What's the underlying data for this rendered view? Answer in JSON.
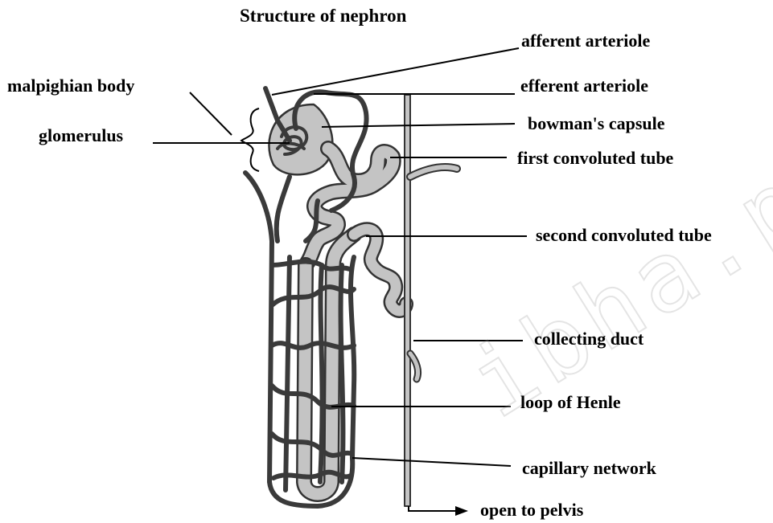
{
  "title": "Structure of nephron",
  "labels": {
    "malpighian_body": "malpighian body",
    "glomerulus": "glomerulus",
    "afferent_arteriole": "afferent arteriole",
    "efferent_arteriole": "efferent arteriole",
    "bowmans_capsule": "bowman's capsule",
    "first_convoluted_tube": "first convoluted tube",
    "second_convoluted_tube": "second convoluted tube",
    "collecting_duct": "collecting duct",
    "loop_of_henle": "loop of Henle",
    "capillary_network": "capillary network",
    "open_to_pelvis": "open to pelvis"
  },
  "watermark": "ibha.p",
  "colors": {
    "tubule": "#c4c4c4",
    "vessel": "#3a3a3a",
    "text": "#000000"
  }
}
